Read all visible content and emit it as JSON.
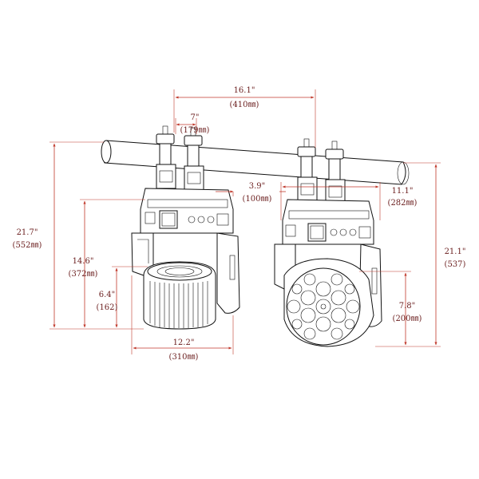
{
  "dimensions": {
    "top_width": {
      "imperial": "16.1\"",
      "metric": "(410㎜)"
    },
    "clamp_spacing": {
      "imperial": "7\"",
      "metric": "(179㎜)"
    },
    "overall_height_left": {
      "imperial": "21.7\"",
      "metric": "(552㎜)"
    },
    "body_height": {
      "imperial": "14.6\"",
      "metric": "(372㎜)"
    },
    "head_height": {
      "imperial": "6.4\"",
      "metric": "(162)"
    },
    "base_width": {
      "imperial": "12.2\"",
      "metric": "(310㎜)"
    },
    "base_depth": {
      "imperial": "3.9\"",
      "metric": "(100㎜)"
    },
    "yoke_width": {
      "imperial": "11.1\"",
      "metric": "(282㎜)"
    },
    "overall_height_right": {
      "imperial": "21.1\"",
      "metric": "(537)"
    },
    "lens_diameter": {
      "imperial": "7.8\"",
      "metric": "(200㎜)"
    }
  },
  "colors": {
    "dimension": "#c0392b",
    "dimension_text": "#6b1f1f",
    "outline": "#111111"
  }
}
